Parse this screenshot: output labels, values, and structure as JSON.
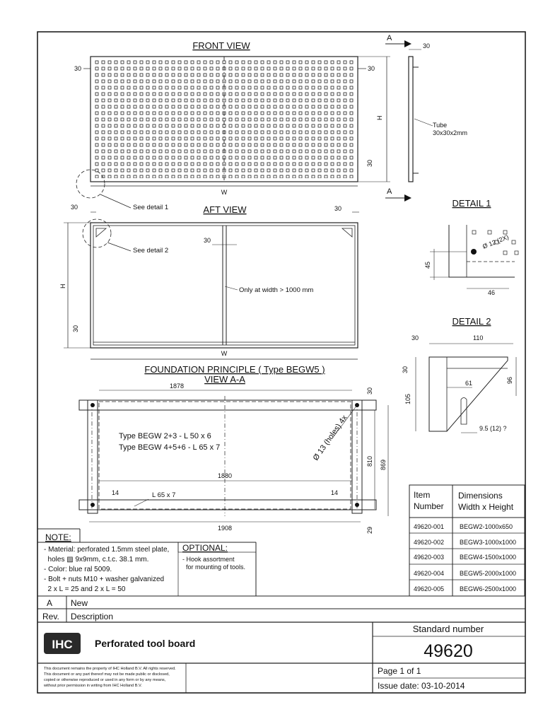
{
  "views": {
    "front": "FRONT VIEW",
    "aft": "AFT VIEW",
    "detail1": "DETAIL 1",
    "detail2": "DETAIL 2",
    "foundation": "FOUNDATION PRINCIPLE ( Type BEGW5 )",
    "view_aa": "VIEW A-A"
  },
  "labels": {
    "section_a": "A",
    "d30": "30",
    "W": "W",
    "H": "H",
    "tube_1": "Tube",
    "tube_2": "30x30x2mm",
    "see_detail_1": "See detail 1",
    "see_detail_2": "See detail 2",
    "only_at_width": "Only at width > 1000 mm",
    "hole_d12": "Ø 12 (2X)",
    "d45": "45",
    "d46": "46",
    "d110": "110",
    "d61": "61",
    "d105": "105",
    "d96": "96",
    "d95": "9.5 (12) ?",
    "d1878": "1878",
    "d1880": "1880",
    "d1908": "1908",
    "d14": "14",
    "d810": "810",
    "d869": "869",
    "d29": "29",
    "holes": "Ø 13 (holes) 4x",
    "l65x7": "L 65 x 7",
    "type_a": "Type BEGW 2+3 - L 50 x 6",
    "type_b": "Type BEGW 4+5+6 - L 65 x 7"
  },
  "notes": {
    "title": "NOTE:",
    "lines": [
      "- Material: perforated 1.5mm steel plate,",
      "  holes ▨ 9x9mm, c.t.c. 38.1 mm.",
      "- Color: blue ral 5009.",
      "- Bolt + nuts M10 + washer galvanized",
      "  2 x L = 25 and 2 x L = 50"
    ]
  },
  "optional": {
    "title": "OPTIONAL:",
    "lines": [
      "- Hook assortment",
      "  for mounting of tools."
    ]
  },
  "item_table": {
    "header_item_1": "Item",
    "header_item_2": "Number",
    "header_dim_1": "Dimensions",
    "header_dim_2": "Width x Height",
    "rows": [
      {
        "item": "49620-001",
        "dim": "BEGW2-1000x650"
      },
      {
        "item": "49620-002",
        "dim": "BEGW3-1000x1000"
      },
      {
        "item": "49620-003",
        "dim": "BEGW4-1500x1000"
      },
      {
        "item": "49620-004",
        "dim": "BEGW5-2000x1000"
      },
      {
        "item": "49620-005",
        "dim": "BEGW6-2500x1000"
      }
    ]
  },
  "revision": {
    "rev_letter": "A",
    "rev_desc": "New",
    "rev_header": "Rev.",
    "desc_header": "Description"
  },
  "title_block": {
    "logo": "IHC",
    "title": "Perforated tool board",
    "standard_label": "Standard number",
    "standard_number": "49620",
    "page": "Page 1 of 1",
    "issue": "Issue date: 03-10-2014",
    "disclaimer": [
      "This document remains the property of IHC Holland B.V. All rights reserved.",
      "This document or any part thereof may not be made public or disclosed,",
      "copied or otherwise reproduced or used in any form or by any means,",
      "without prior permission in writing from IHC Holland B.V."
    ]
  }
}
